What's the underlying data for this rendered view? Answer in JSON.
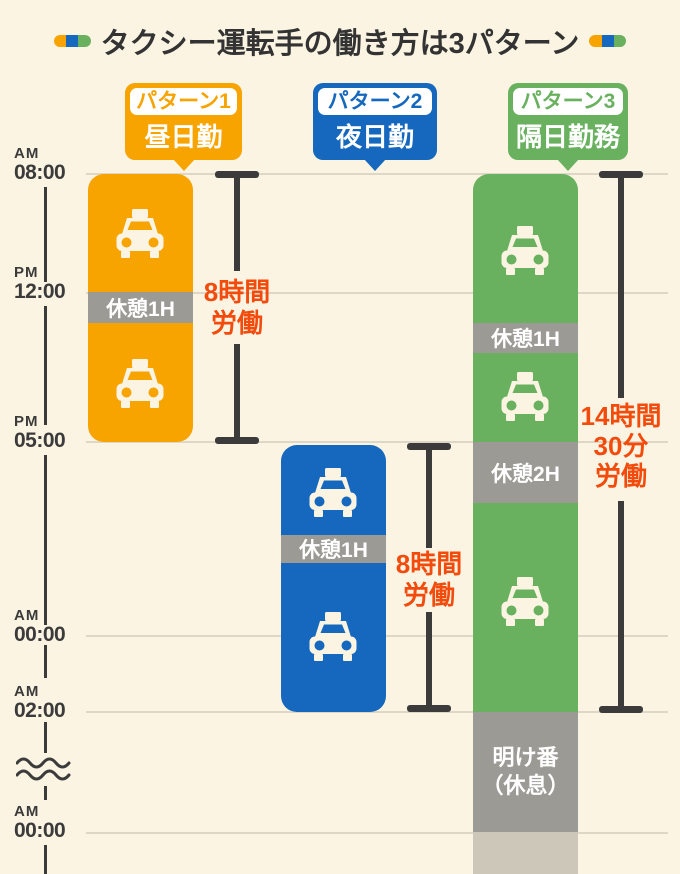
{
  "title": "タクシー運転手の働き方は3パターン",
  "icons": {
    "taxi": "taxi-front-icon",
    "axis_break": "wavy-break-icon",
    "tricolor_dash": "orange-blue-green-pill"
  },
  "colors": {
    "background": "#FBF4E2",
    "pattern1_orange": "#F7A300",
    "pattern2_blue": "#1568BD",
    "pattern3_green": "#69B15F",
    "break_gray": "#9B9A95",
    "fade_gray": "#CDC7B9",
    "gridline": "#DED7C7",
    "axis_dark": "#3B3B3B",
    "annotation_red": "#F24B0C",
    "title_text": "#333333"
  },
  "axis": {
    "ticks": [
      {
        "period": "AM",
        "time": "08:00"
      },
      {
        "period": "PM",
        "time": "12:00"
      },
      {
        "period": "PM",
        "time": "05:00"
      },
      {
        "period": "AM",
        "time": "00:00"
      },
      {
        "period": "AM",
        "time": "02:00"
      },
      {
        "period": "AM",
        "time": "00:00"
      }
    ]
  },
  "patterns": [
    {
      "tag": "パターン1",
      "shift": "昼日勤",
      "bands": [
        "休憩1H"
      ],
      "annotation": [
        "8時間",
        "労働"
      ]
    },
    {
      "tag": "パターン2",
      "shift": "夜日勤",
      "bands": [
        "休憩1H"
      ],
      "annotation": [
        "8時間",
        "労働"
      ]
    },
    {
      "tag": "パターン3",
      "shift": "隔日勤務",
      "bands": [
        "休憩1H",
        "休憩2H"
      ],
      "rest": [
        "明け番",
        "（休息）"
      ],
      "annotation": [
        "14時間",
        "30分",
        "労働"
      ]
    }
  ],
  "chart_data": {
    "type": "bar",
    "orientation": "vertical-time-gantt",
    "title": "タクシー運転手の働き方は3パターン",
    "time_ticks": [
      "AM 08:00",
      "PM 12:00",
      "PM 05:00",
      "AM 00:00",
      "AM 02:00",
      "AM 00:00"
    ],
    "axis_break_between": [
      "AM 02:00",
      "AM 00:00"
    ],
    "series": [
      {
        "name": "パターン1 昼日勤",
        "color": "#F7A300",
        "start": "AM 08:00",
        "end": "PM 05:00",
        "segments": [
          {
            "type": "work",
            "from": "AM 08:00",
            "to": "PM 12:00"
          },
          {
            "type": "break",
            "label": "休憩1H",
            "from": "PM 12:00",
            "to": "PM 01:00"
          },
          {
            "type": "work",
            "from": "PM 01:00",
            "to": "PM 05:00"
          }
        ],
        "total_label": "8時間労働"
      },
      {
        "name": "パターン2 夜日勤",
        "color": "#1568BD",
        "start": "PM 05:00",
        "end": "AM 02:00",
        "segments": [
          {
            "type": "work",
            "from": "PM 05:00",
            "to": "PM 08:30"
          },
          {
            "type": "break",
            "label": "休憩1H",
            "from": "PM 08:30",
            "to": "PM 09:30"
          },
          {
            "type": "work",
            "from": "PM 09:30",
            "to": "AM 02:00"
          }
        ],
        "total_label": "8時間労働"
      },
      {
        "name": "パターン3 隔日勤務",
        "color": "#69B15F",
        "start": "AM 08:00",
        "end": "AM 02:00",
        "segments": [
          {
            "type": "work",
            "from": "AM 08:00",
            "to": "PM 01:00"
          },
          {
            "type": "break",
            "label": "休憩1H",
            "from": "PM 01:00",
            "to": "PM 02:00"
          },
          {
            "type": "work",
            "from": "PM 02:00",
            "to": "PM 05:00"
          },
          {
            "type": "break",
            "label": "休憩2H",
            "from": "PM 05:00",
            "to": "PM 07:00"
          },
          {
            "type": "work",
            "from": "PM 07:00",
            "to": "AM 02:00"
          },
          {
            "type": "rest",
            "label": "明け番（休息）",
            "from": "AM 02:00",
            "to": "AM 00:00"
          }
        ],
        "total_label": "14時間30分労働"
      }
    ]
  }
}
